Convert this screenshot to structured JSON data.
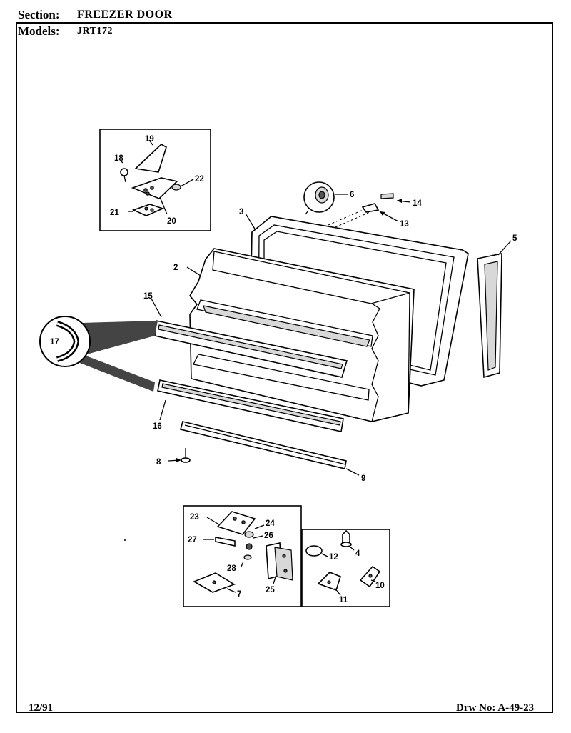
{
  "header": {
    "section_label": "Section:",
    "section_value": "FREEZER DOOR",
    "models_label": "Models:",
    "models_value": "JRT172"
  },
  "footer": {
    "date": "12/91",
    "drawing_number": "Drw No: A-49-23"
  },
  "callouts": [
    "19",
    "18",
    "22",
    "21",
    "20",
    "6",
    "14",
    "13",
    "3",
    "5",
    "2",
    "15",
    "17",
    "16",
    "9",
    "8",
    "23",
    "27",
    "24",
    "26",
    "28",
    "25",
    "7",
    "12",
    "4",
    "11",
    "10"
  ]
}
